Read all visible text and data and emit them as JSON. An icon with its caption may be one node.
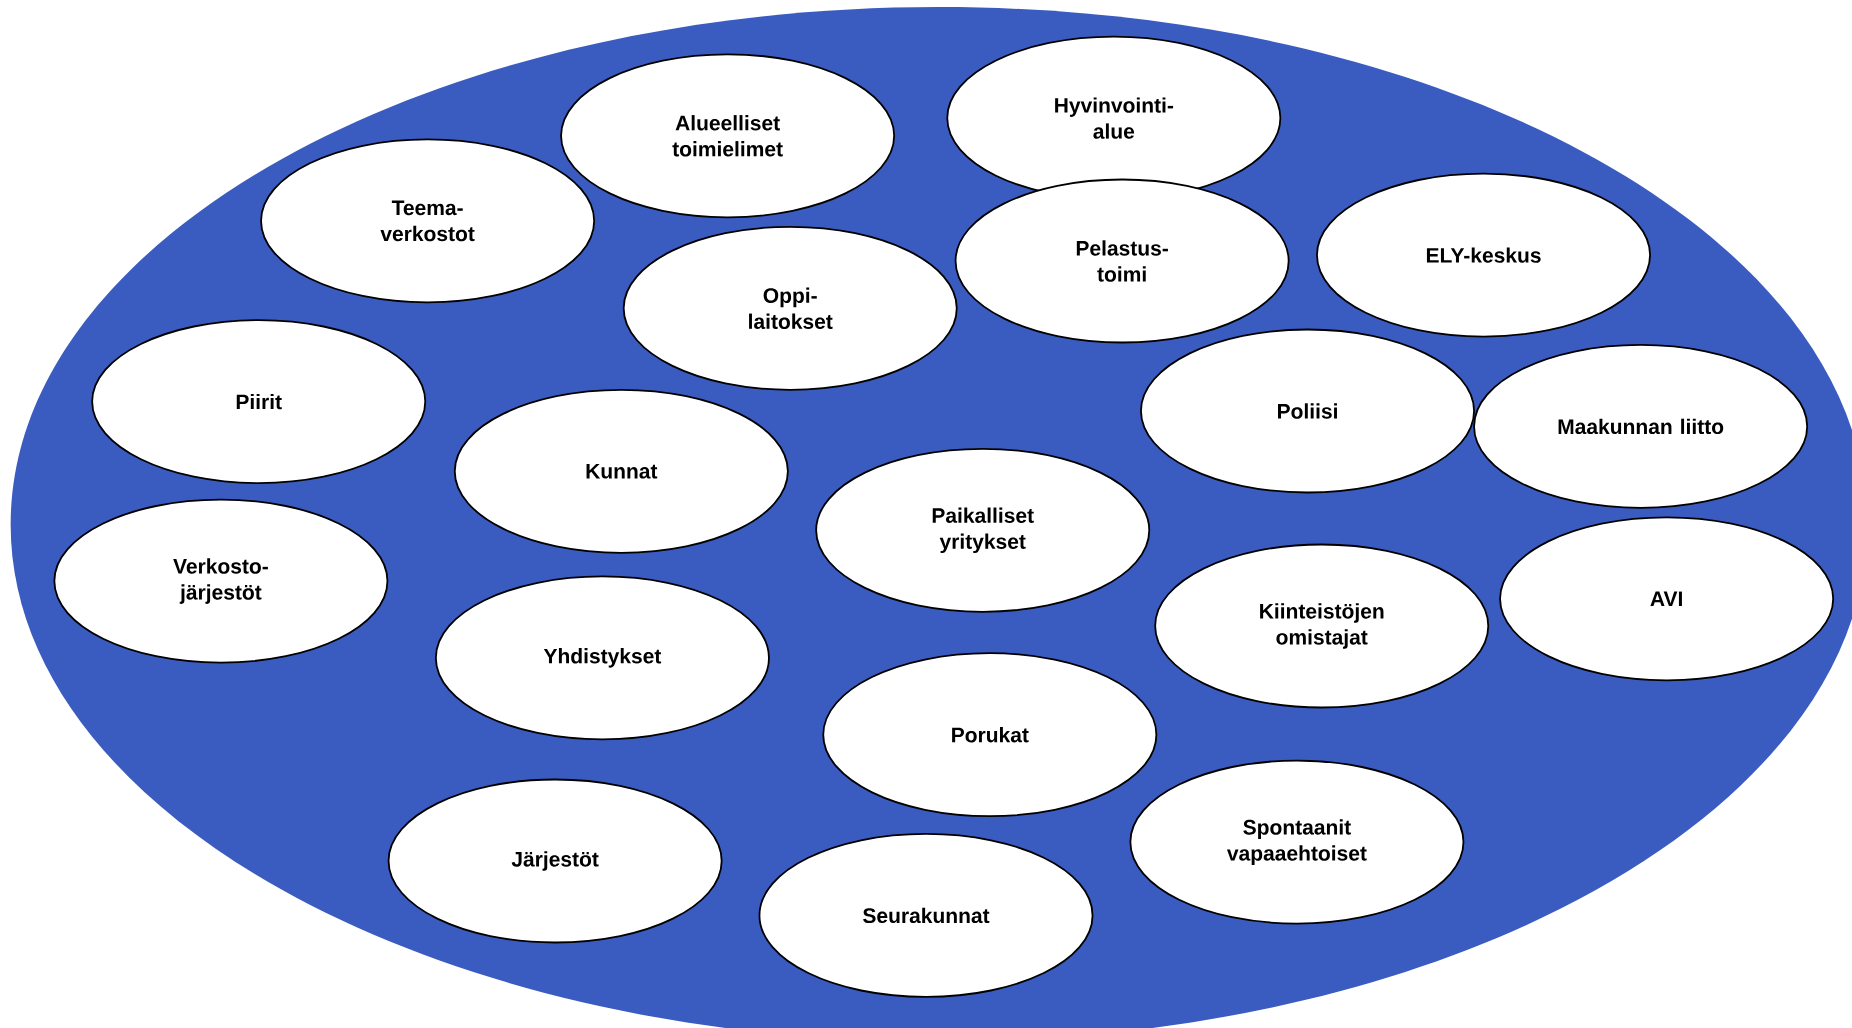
{
  "diagram": {
    "nodes": [
      {
        "text": [],
        "shape": "ellipse"
      },
      {
        "text": [
          "Alueelliset toimielimet"
        ],
        "in": 0
      },
      {
        "text": [
          "Hyvinvointi- alue"
        ],
        "in": 0
      },
      {
        "text": [
          "Teema- verkostot"
        ],
        "in": 0
      },
      {
        "text": [
          "Pelastus- toimi"
        ],
        "in": 0
      },
      {
        "text": [
          "ELY-keskus"
        ],
        "in": 0
      },
      {
        "text": [
          "Oppi- laitokset"
        ],
        "in": 0
      },
      {
        "text": [
          "Piirit"
        ],
        "in": 0
      },
      {
        "text": [
          "Poliisi"
        ],
        "in": 0
      },
      {
        "text": [
          "Maakunnan liitto"
        ],
        "in": 0
      },
      {
        "text": [
          "Kunnat"
        ],
        "in": 0
      },
      {
        "text": [
          "Paikalliset yritykset"
        ],
        "in": 0
      },
      {
        "text": [
          "Verkosto- järjestöt"
        ],
        "in": 0
      },
      {
        "text": [
          "AVI"
        ],
        "in": 0
      },
      {
        "text": [
          "Kiinteistöjen omistajat"
        ],
        "in": 0
      },
      {
        "text": [
          "Yhdistykset"
        ],
        "in": 0
      },
      {
        "text": [
          "Porukat"
        ],
        "in": 0
      },
      {
        "text": [
          "Spontaanit vapaaehtoiset"
        ],
        "in": 0
      },
      {
        "text": [
          "Järjestöt"
        ],
        "in": 0
      },
      {
        "text": [
          "Seurakunnat"
        ],
        "in": 0
      }
    ]
  }
}
